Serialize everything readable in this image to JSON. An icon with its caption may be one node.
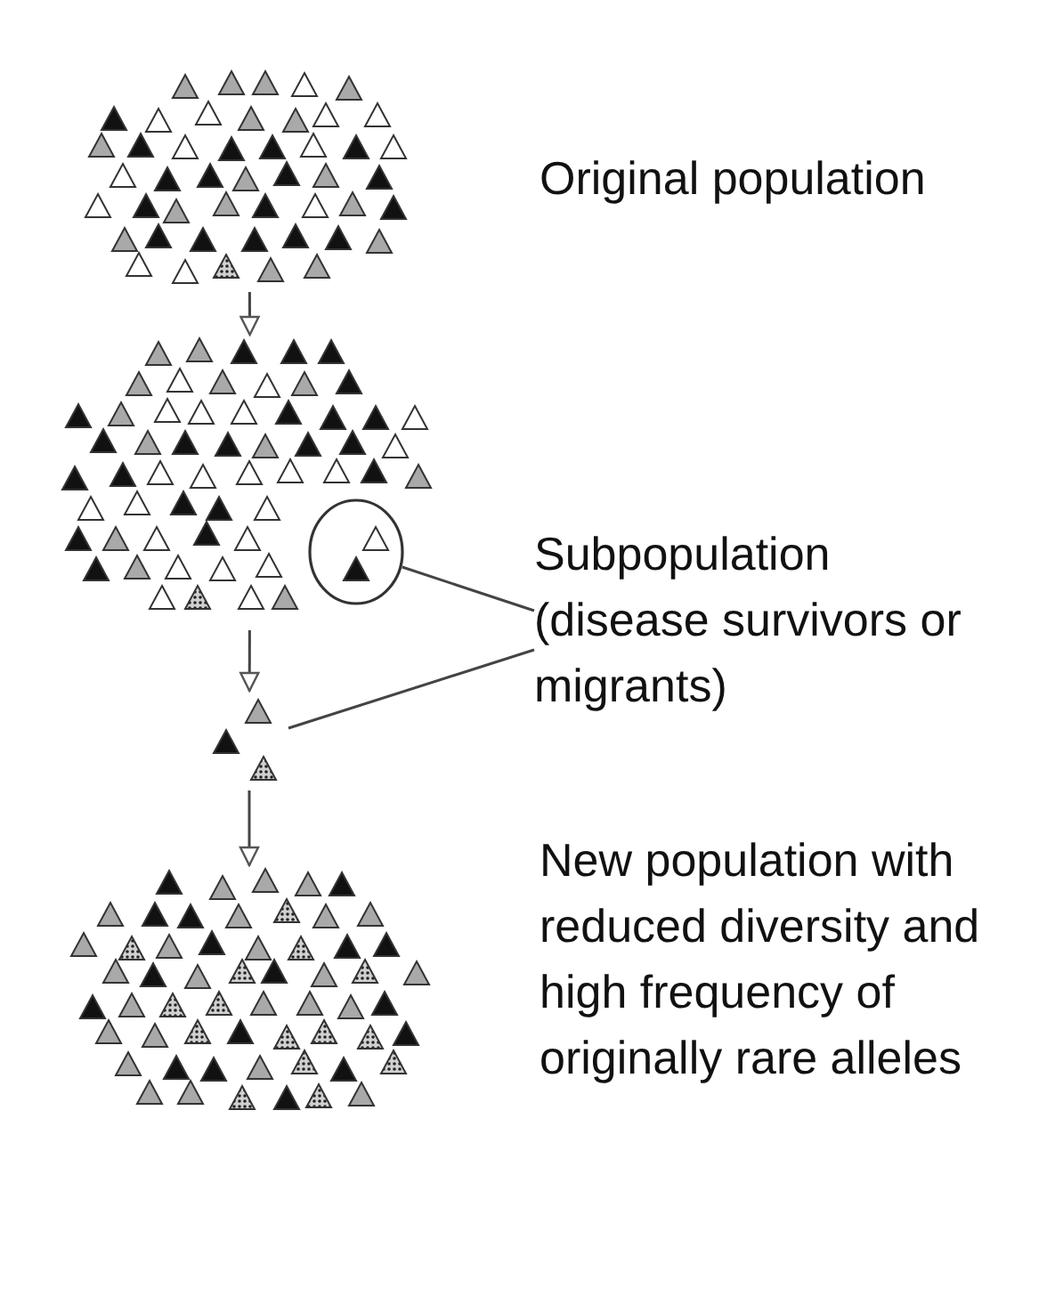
{
  "diagram": {
    "nodes": [
      {
        "text": [],
        "shape": "picture",
        "beside": [
          "Original population"
        ]
      },
      {
        "text": [],
        "shape": "picture"
      },
      {
        "text": [],
        "shape": "circle",
        "in": 1
      },
      {
        "text": [],
        "shape": "picture"
      },
      {
        "text": [],
        "shape": "picture",
        "beside": [
          "New population with reduced diversity and high frequency of originally rare alleles"
        ]
      },
      {
        "text": [
          "Subpopulation (disease survivors or migrants)"
        ]
      }
    ],
    "edges": [
      {
        "from": 0,
        "to": 1,
        "arrow": "to"
      },
      {
        "from": 1,
        "to": 3,
        "arrow": "to"
      },
      {
        "from": 3,
        "to": 4,
        "arrow": "to"
      },
      {
        "from": 5,
        "to": 2,
        "arrow": "none"
      },
      {
        "from": 5,
        "to": 3,
        "arrow": "none"
      }
    ]
  }
}
